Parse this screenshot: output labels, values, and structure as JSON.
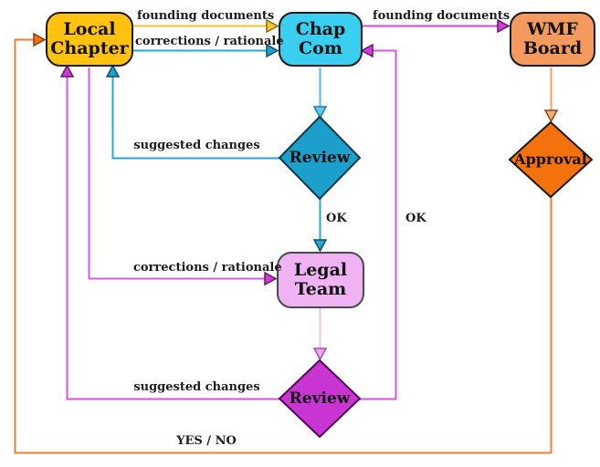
{
  "nodes": {
    "local_chapter": {
      "line1": "Local",
      "line2": "Chapter",
      "fill": "#FFC20E"
    },
    "chap_com": {
      "line1": "Chap",
      "line2": "Com",
      "fill": "#3ACFF0"
    },
    "wmf_board": {
      "line1": "WMF",
      "line2": "Board",
      "fill": "#F49A5E"
    },
    "legal_team": {
      "line1": "Legal",
      "line2": "Team",
      "fill": "#EFB3F3"
    },
    "review_chapcom": {
      "label": "Review",
      "fill": "#1C9FCB"
    },
    "review_legal": {
      "label": "Review",
      "fill": "#C935D3"
    },
    "approval": {
      "label": "Approval",
      "fill": "#F4720E"
    }
  },
  "edges": {
    "founding_documents_to_chapcom": {
      "label": "founding documents",
      "color": "#EFC42E",
      "head": "#F5C832"
    },
    "corrections_rationale_to_chapcom": {
      "label": "corrections / rationale",
      "color": "#2BA6DC",
      "head": "#1FA0CE"
    },
    "founding_documents_to_wmf": {
      "label": "founding documents",
      "color": "#D443DE",
      "head": "#CC3FD6"
    },
    "chapcom_to_review": {
      "color": "#49BBE8",
      "head": "#5FC8EC"
    },
    "review_suggested_changes": {
      "label": "suggested changes",
      "color": "#2AA4D6",
      "head": "#1C9FCB"
    },
    "review_ok_to_legal": {
      "label": "OK",
      "color": "#2BA6DC",
      "head": "#2BA3D4"
    },
    "corrections_rationale_to_legal": {
      "label": "corrections / rationale",
      "color": "#D958E0",
      "head": "#CC3FD6"
    },
    "legal_to_review": {
      "color": "#EBC2F0",
      "head": "#E9A8EF"
    },
    "review2_suggested_changes": {
      "label": "suggested changes",
      "color": "#D94FDE",
      "head": "#CC3FD6"
    },
    "review2_ok_to_chapcom": {
      "label": "OK",
      "color": "#D455DC",
      "head": "#CC3FD6"
    },
    "wmf_to_approval": {
      "color": "#F0A060",
      "head": "#F2B27E"
    },
    "approval_yes_no": {
      "label": "YES / NO",
      "color": "#ED7D31",
      "head": "#F2700F"
    }
  }
}
